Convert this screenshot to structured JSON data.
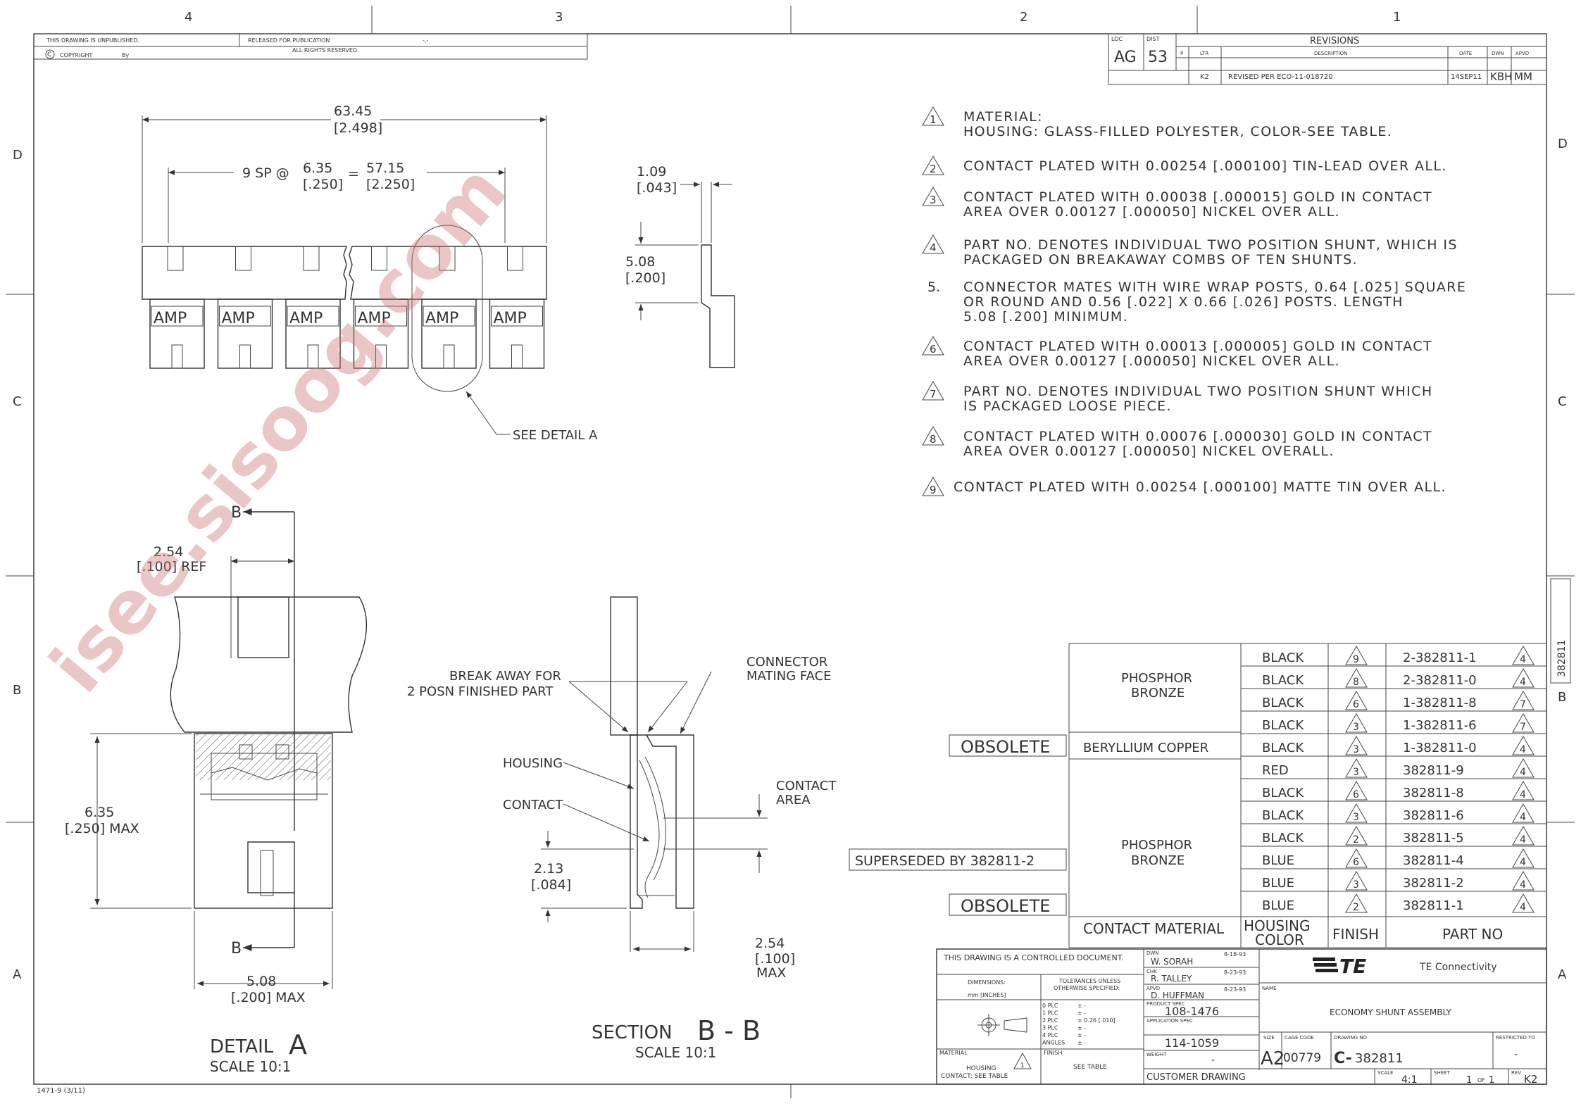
{
  "zones": {
    "cols": [
      "4",
      "3",
      "2",
      "1"
    ],
    "rows": [
      "D",
      "C",
      "B",
      "A"
    ]
  },
  "header": {
    "unpublished": "THIS DRAWING IS UNPUBLISHED.",
    "released": "RELEASED FOR PUBLICATION",
    "copyright": "COPYRIGHT",
    "by": "By",
    "rights": "ALL RIGHTS RESERVED.",
    "blank": "-,-"
  },
  "revisions": {
    "loc_label": "LOC",
    "loc": "AG",
    "dist_label": "DIST",
    "dist": "53",
    "title": "REVISIONS",
    "headers": [
      "P",
      "LTR",
      "DESCRIPTION",
      "DATE",
      "DWN",
      "APVD"
    ],
    "rows": [
      {
        "ltr": "K2",
        "desc": "REVISED PER ECO-11-018720",
        "date": "14SEP11",
        "dwn": "KBH",
        "apvd": "MM"
      }
    ]
  },
  "notes": [
    {
      "num": "1",
      "flag": true,
      "lines": [
        "MATERIAL:",
        "HOUSING: GLASS-FILLED POLYESTER, COLOR-SEE TABLE."
      ]
    },
    {
      "num": "2",
      "flag": true,
      "lines": [
        "CONTACT PLATED WITH 0.00254 [.000100] TIN-LEAD OVER ALL."
      ]
    },
    {
      "num": "3",
      "flag": true,
      "lines": [
        "CONTACT PLATED WITH 0.00038 [.000015] GOLD IN CONTACT",
        "AREA OVER 0.00127 [.000050] NICKEL OVER ALL."
      ]
    },
    {
      "num": "4",
      "flag": true,
      "lines": [
        "PART NO. DENOTES INDIVIDUAL TWO POSITION SHUNT, WHICH IS",
        "PACKAGED ON BREAKAWAY COMBS OF TEN SHUNTS."
      ]
    },
    {
      "num": "5.",
      "flag": false,
      "lines": [
        "CONNECTOR MATES WITH WIRE WRAP POSTS, 0.64 [.025] SQUARE",
        "OR ROUND AND 0.56 [.022] X 0.66 [.026] POSTS. LENGTH",
        "5.08 [.200] MINIMUM."
      ]
    },
    {
      "num": "6",
      "flag": true,
      "lines": [
        "CONTACT PLATED WITH 0.00013 [.000005] GOLD IN CONTACT",
        "AREA OVER 0.00127 [.000050] NICKEL OVER ALL."
      ]
    },
    {
      "num": "7",
      "flag": true,
      "lines": [
        "PART NO. DENOTES INDIVIDUAL TWO POSITION SHUNT WHICH",
        "IS PACKAGED LOOSE PIECE."
      ]
    },
    {
      "num": "8",
      "flag": true,
      "lines": [
        "CONTACT PLATED WITH 0.00076 [.000030] GOLD IN CONTACT",
        "AREA OVER 0.00127 [.000050] NICKEL OVERALL."
      ]
    },
    {
      "num": "9",
      "flag": true,
      "lines": [
        "CONTACT PLATED WITH 0.00254 [.000100] MATTE TIN OVER ALL."
      ]
    }
  ],
  "top_view": {
    "overall": "63.45",
    "overall_in": "[2.498]",
    "spacing": "9 SP @",
    "pitch": "6.35",
    "pitch_in": "[.250]",
    "eq": "=",
    "span": "57.15",
    "span_in": "[2.250]",
    "logo": "AMP",
    "see_detail": "SEE DETAIL A"
  },
  "side_view": {
    "thick": "1.09",
    "thick_in": "[.043]",
    "height": "5.08",
    "height_in": "[.200]"
  },
  "detail_a": {
    "b": "B",
    "ref": "2.54",
    "ref_in": "[.100] REF",
    "height": "6.35",
    "height_in": "[.250] MAX",
    "width": "5.08",
    "width_in": "[.200] MAX",
    "title": "DETAIL",
    "letter": "A",
    "scale": "SCALE 10:1"
  },
  "section_bb": {
    "break_away": [
      "BREAK AWAY FOR",
      "2 POSN FINISHED PART"
    ],
    "mating": [
      "CONNECTOR",
      "MATING FACE"
    ],
    "housing": "HOUSING",
    "contact": "CONTACT",
    "contact_area": [
      "CONTACT",
      "AREA"
    ],
    "dim1": "2.13",
    "dim1_in": "[.084]",
    "dim2": "2.54",
    "dim2_in": "[.100]",
    "dim2_max": "MAX",
    "title": "SECTION",
    "letters": "B - B",
    "scale": "SCALE 10:1"
  },
  "part_table": {
    "headers": [
      "CONTACT MATERIAL",
      "HOUSING",
      "COLOR",
      "FINISH",
      "PART NO"
    ],
    "materials": [
      "PHOSPHOR",
      "BRONZE",
      "BERYLLIUM COPPER"
    ],
    "side_labels": [
      "OBSOLETE",
      "SUPERSEDED BY 382811-2",
      "OBSOLETE"
    ],
    "rows": [
      {
        "color": "BLACK",
        "finish": "9",
        "part": "2-382811-1",
        "note": "4"
      },
      {
        "color": "BLACK",
        "finish": "8",
        "part": "2-382811-0",
        "note": "4"
      },
      {
        "color": "BLACK",
        "finish": "6",
        "part": "1-382811-8",
        "note": "7"
      },
      {
        "color": "BLACK",
        "finish": "3",
        "part": "1-382811-6",
        "note": "7"
      },
      {
        "color": "BLACK",
        "finish": "3",
        "part": "1-382811-0",
        "note": "4"
      },
      {
        "color": "RED",
        "finish": "3",
        "part": "382811-9",
        "note": "4"
      },
      {
        "color": "BLACK",
        "finish": "6",
        "part": "382811-8",
        "note": "4"
      },
      {
        "color": "BLACK",
        "finish": "3",
        "part": "382811-6",
        "note": "4"
      },
      {
        "color": "BLACK",
        "finish": "2",
        "part": "382811-5",
        "note": "4"
      },
      {
        "color": "BLUE",
        "finish": "6",
        "part": "382811-4",
        "note": "4"
      },
      {
        "color": "BLUE",
        "finish": "3",
        "part": "382811-2",
        "note": "4"
      },
      {
        "color": "BLUE",
        "finish": "2",
        "part": "382811-1",
        "note": "4"
      }
    ]
  },
  "title_block": {
    "controlled": "THIS DRAWING IS A CONTROLLED DOCUMENT.",
    "dwn_label": "DWN",
    "dwn": "W. SORAH",
    "dwn_date": "8-18-93",
    "chk_label": "CHK",
    "chk": "R. TALLEY",
    "chk_date": "8-23-93",
    "apvd_label": "APVD",
    "apvd": "D. HUFFMAN",
    "apvd_date": "8-23-93",
    "product_spec_label": "PRODUCT SPEC",
    "product_spec": "108-1476",
    "app_spec_label": "APPLICATION SPEC",
    "app_spec": "114-1059",
    "weight_label": "WEIGHT",
    "weight": "-",
    "customer": "CUSTOMER DRAWING",
    "dimensions_label": "DIMENSIONS:",
    "dimensions_unit": "mm [INCHES]",
    "tolerances": [
      "TOLERANCES UNLESS",
      "OTHERWISE SPECIFIED:"
    ],
    "tol_rows": [
      {
        "plc": "0 PLC",
        "val": "± -"
      },
      {
        "plc": "1 PLC",
        "val": "± -"
      },
      {
        "plc": "2 PLC",
        "val": "± 0.26 [.010]"
      },
      {
        "plc": "3 PLC",
        "val": "± -"
      },
      {
        "plc": "4 PLC",
        "val": "± -"
      },
      {
        "plc": "ANGLES",
        "val": "± -"
      }
    ],
    "material_label": "MATERIAL",
    "material": [
      "HOUSING",
      "CONTACT: SEE TABLE"
    ],
    "material_note": "1",
    "finish_label": "FINISH",
    "finish": "SEE TABLE",
    "company_logo": "TE",
    "company": "TE Connectivity",
    "name_label": "NAME",
    "name": "ECONOMY SHUNT ASSEMBLY",
    "size_label": "SIZE",
    "size": "A2",
    "cage_label": "CAGE CODE",
    "cage": "00779",
    "dwg_label": "DRAWING NO",
    "dwg": "382811",
    "restricted_label": "RESTRICTED TO",
    "restricted": "-",
    "scale_label": "SCALE",
    "scale": "4:1",
    "sheet_label": "SHEET",
    "sheet": "1",
    "of": "OF",
    "sheet_total": "1",
    "rev_label": "REV",
    "rev": "K2"
  },
  "side_tab": "382811",
  "form_no": "1471-9 (3/11)",
  "watermark": "isee.sisoog.com"
}
